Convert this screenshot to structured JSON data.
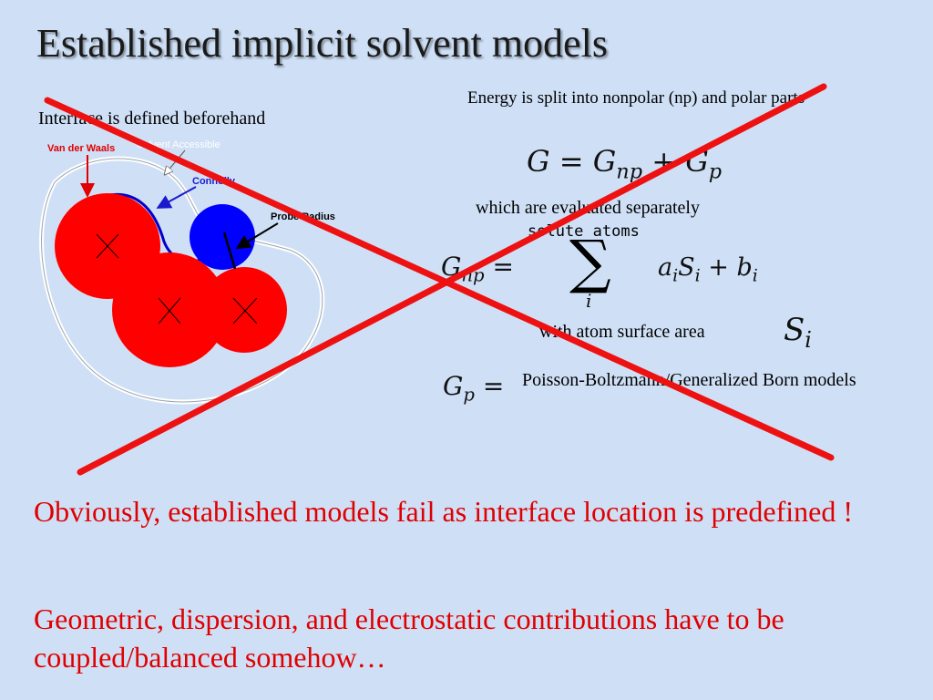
{
  "slide": {
    "title": "Established implicit solvent models",
    "interface_caption": "Interface is defined beforehand",
    "energy_text": "Energy is split into nonpolar (np) and polar parts",
    "eval_text": "which are evaluated separately",
    "solute_atoms": "solute atoms",
    "surface_text": "with atom surface area",
    "pb_text": "Poisson-Boltzmann/Generalized Born models",
    "conclusion_1": "Obviously, established models fail as interface location is predefined !",
    "conclusion_2": "Geometric, dispersion, and electrostatic contributions have to be coupled/balanced somehow…"
  },
  "diagram": {
    "label_vdw": "Van der Waals",
    "label_sas": "Solvent Accessible",
    "label_connolly": "Connolly",
    "label_probe": "Probe Radius"
  },
  "equations": {
    "eq1": {
      "lhs": "G",
      "eq": " = ",
      "t1": "G",
      "t1_sub": "np",
      "plus": " + ",
      "t2": "G",
      "t2_sub": "p"
    },
    "eq2": {
      "lhs": "G",
      "lhs_sub": "np",
      "eq": " =",
      "sum": "∑",
      "idx": "i",
      "rhs_a": "a",
      "rhs_a_sub": "i",
      "rhs_s": "S",
      "rhs_s_sub": "i",
      "plus": " + ",
      "rhs_b": "b",
      "rhs_b_sub": "i"
    },
    "eq3": {
      "s": "S",
      "s_sub": "i"
    },
    "eq4": {
      "lhs": "G",
      "lhs_sub": "p",
      "eq": " ="
    }
  },
  "colors": {
    "cross": "#ee1111",
    "atom": "#ff0000",
    "probe": "#0000ff",
    "conclusion": "#e00000"
  }
}
